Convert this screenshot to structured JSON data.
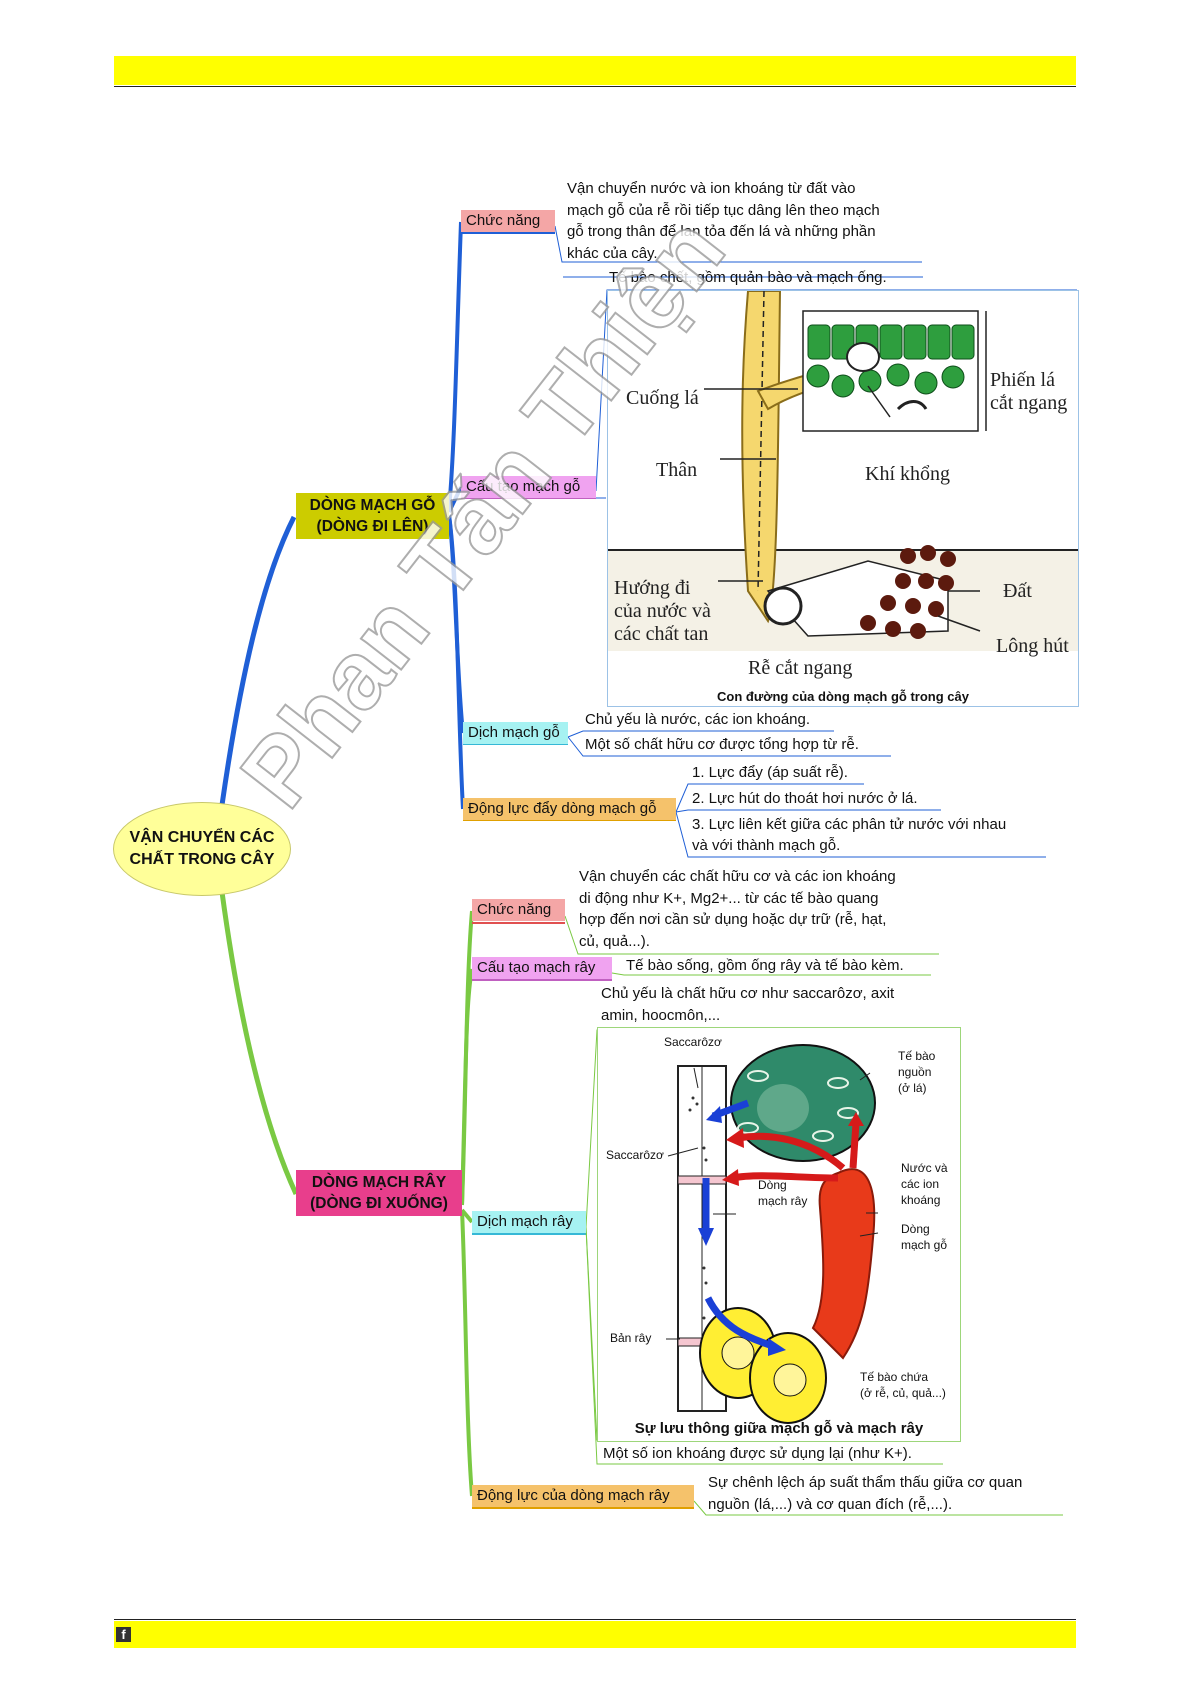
{
  "center": {
    "line1": "VẬN CHUYỂN CÁC",
    "line2": "CHẤT TRONG CÂY"
  },
  "xylem": {
    "title1": "DÒNG MẠCH GỖ",
    "title2": "(DÒNG ĐI LÊN)",
    "function_label": "Chức năng",
    "function_text": [
      "Vận chuyển nước và ion khoáng từ đất vào",
      "mạch gỗ của rễ rồi tiếp tục dâng lên theo mạch",
      "gỗ trong thân để lan tỏa đến lá và những phần",
      "khác của cây."
    ],
    "structure_label": "Cấu tạo mạch gỗ",
    "structure_text": "Tế bào chết, gồm quản bào và mạch ống.",
    "figure": {
      "caption": "Con đường của dòng mạch gỗ trong cây",
      "leaf_stalk": "Cuống lá",
      "stem": "Thân",
      "leaf_section1": "Phiến lá",
      "leaf_section2": "cắt ngang",
      "stoma": "Khí khổng",
      "dir1": "Hướng đi",
      "dir2": "của nước và",
      "dir3": "các chất tan",
      "soil": "Đất",
      "root_hair": "Lông hút",
      "root_section": "Rễ cắt ngang"
    },
    "sap_label": "Dịch mạch gỗ",
    "sap_text": [
      "Chủ yếu là nước, các ion khoáng.",
      "Một số chất hữu cơ được tổng hợp từ rễ."
    ],
    "force_label": "Động lực đẩy dòng mạch gỗ",
    "force_items": [
      "1. Lực đẩy (áp suất rễ).",
      "2. Lực hút do thoát hơi nước ở lá.",
      "3. Lực liên kết giữa các phân tử nước với nhau",
      "và với thành mạch gỗ."
    ]
  },
  "phloem": {
    "title1": "DÒNG MẠCH RÂY",
    "title2": "(DÒNG ĐI XUỐNG)",
    "function_label": "Chức năng",
    "function_text": [
      "Vận chuyển các chất hữu cơ và các ion khoáng",
      "di động như K+, Mg2+... từ các tế bào quang",
      "hợp đến nơi cần sử dụng hoặc dự trữ (rễ, hạt,",
      "củ, quả...)."
    ],
    "structure_label": "Cấu tạo mạch rây",
    "structure_text": "Tế bào sống, gồm ống rây và tế bào kèm.",
    "sap_label": "Dịch mạch rây",
    "sap_text": [
      "Chủ yếu là chất hữu cơ như saccarôzơ, axit",
      "amin, hoocmôn,..."
    ],
    "sap_text2": "Một số ion khoáng được sử dụng lại (như K+).",
    "figure": {
      "caption": "Sự lưu thông giữa mạch gỗ và mạch rây",
      "saccharose_top": "Saccarôzơ",
      "saccharose_mid": "Saccarôzơ",
      "source1": "Tế bào",
      "source2": "nguồn",
      "source3": "(ở lá)",
      "phloem_flow1": "Dòng",
      "phloem_flow2": "mạch rây",
      "water1": "Nước và",
      "water2": "các ion",
      "water3": "khoáng",
      "xylem_flow1": "Dòng",
      "xylem_flow2": "mạch gỗ",
      "sieve": "Bản rây",
      "sink1": "Tế bào chứa",
      "sink2": "(ở rễ, củ, quả...)"
    },
    "force_label": "Động lực của dòng mạch rây",
    "force_text": [
      "Sự chênh lệch áp suất thẩm thấu giữa cơ quan",
      "nguồn (lá,...) và cơ quan đích (rễ,...)."
    ]
  },
  "watermark": "Phan Tấn Thiện",
  "colors": {
    "band": "#ffff00",
    "xylem_branch": "#1f5fd6",
    "phloem_branch": "#7ac943",
    "xylem_title_bg": "#cccc00",
    "phloem_title_bg": "#e83e8c"
  }
}
